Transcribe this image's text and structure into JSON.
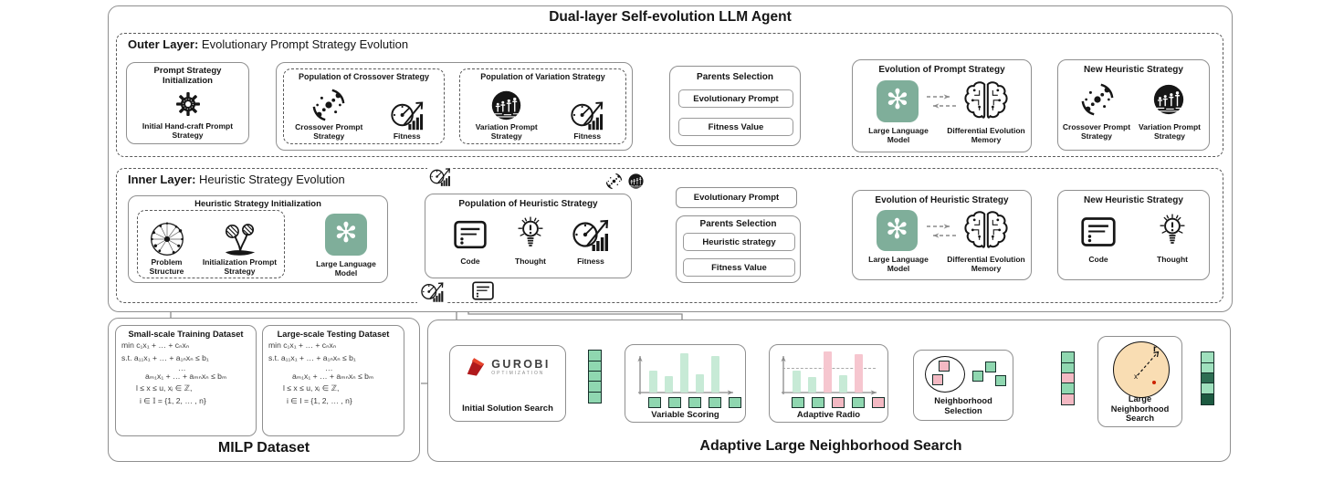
{
  "title": "Dual-layer Self-evolution LLM Agent",
  "outer_layer": {
    "label_bold": "Outer Layer:",
    "label_rest": " Evolutionary Prompt Strategy Evolution",
    "prompt_init": {
      "title": "Prompt Strategy Initialization",
      "caption": "Initial Hand-craft Prompt Strategy"
    },
    "pop_crossover": {
      "title": "Population of Crossover Strategy",
      "item1": "Crossover Prompt Strategy",
      "item2": "Fitness"
    },
    "pop_variation": {
      "title": "Population of Variation Strategy",
      "item1": "Variation Prompt Strategy",
      "item2": "Fitness"
    },
    "parents_selection": {
      "title": "Parents Selection",
      "option1": "Evolutionary Prompt",
      "option2": "Fitness Value"
    },
    "evolution": {
      "title": "Evolution of Prompt Strategy",
      "llm_label": "Large Language Model",
      "memory_label": "Differential Evolution Memory"
    },
    "new_strategy": {
      "title": "New Heuristic Strategy",
      "item1": "Crossover Prompt Strategy",
      "item2": "Variation Prompt Strategy"
    }
  },
  "inner_layer": {
    "label_bold": "Inner Layer:",
    "label_rest": " Heuristic Strategy Evolution",
    "heuristic_init": {
      "title": "Heuristic Strategy Initialization",
      "item1": "Problem Structure",
      "item2": "Initialization Prompt Strategy",
      "llm_label": "Large Language Model"
    },
    "population": {
      "title": "Population of Heuristic Strategy",
      "item1": "Code",
      "item2": "Thought",
      "item3": "Fitness"
    },
    "evolutionary_prompt": "Evolutionary Prompt",
    "parents_selection": {
      "title": "Parents Selection",
      "option1": "Heuristic strategy",
      "option2": "Fitness Value"
    },
    "evolution": {
      "title": "Evolution of Heuristic Strategy",
      "llm_label": "Large Language Model",
      "memory_label": "Differential Evolution Memory"
    },
    "new_strategy": {
      "title": "New Heuristic Strategy",
      "item1": "Code",
      "item2": "Thought"
    }
  },
  "milp": {
    "label": "MILP Dataset",
    "small": {
      "title": "Small-scale Training Dataset",
      "lines": [
        "min   c₁x₁ + … +   cₙxₙ",
        "s.t.  a₁₁x₁ + … + a₁ₙxₙ ≤ b₁",
        "…",
        "aₘ₁x₁ + … + aₘₙxₙ ≤ bₘ",
        "l ≤ x ≤ u,  xᵢ ∈ ℤ,",
        "i ∈ 𝕀 = {1, 2, … , n}"
      ]
    },
    "large": {
      "title": "Large-scale Testing Dataset",
      "lines": [
        "min   c₁x₁ + … +   cₙxₙ",
        "s.t.  a₁₁x₁ + … + a₁ₙxₙ ≤ b₁",
        "…",
        "aₘ₁x₁ + … + aₘₙxₙ ≤ bₘ",
        "l ≤ x ≤ u,  xᵢ ∈ ℤ,",
        "i ∈ I = {1, 2, … , n}"
      ]
    }
  },
  "alns": {
    "label": "Adaptive Large Neighborhood Search",
    "initial_solution": {
      "brand": "GUROBI",
      "brand_sub": "OPTIMIZATION",
      "caption": "Initial Solution Search"
    },
    "variable_scoring": {
      "caption": "Variable Scoring",
      "chart": {
        "type": "bar",
        "values": [
          24,
          18,
          43,
          20,
          40
        ],
        "colors": [
          "#c7ead6",
          "#c7ead6",
          "#c7ead6",
          "#c7ead6",
          "#c7ead6"
        ]
      },
      "squares": [
        "#8fd7b0",
        "#8fd7b0",
        "#8fd7b0",
        "#8fd7b0",
        "#8fd7b0"
      ]
    },
    "adaptive_radio": {
      "caption": "Adaptive Radio",
      "chart": {
        "type": "bar",
        "values": [
          24,
          17,
          45,
          19,
          42
        ],
        "colors": [
          "#c7ead6",
          "#c7ead6",
          "#f6c6cf",
          "#c7ead6",
          "#f6c6cf"
        ]
      },
      "squares": [
        "#8fd7b0",
        "#8fd7b0",
        "#f3b9c3",
        "#8fd7b0",
        "#f3b9c3"
      ]
    },
    "neighborhood_selection": {
      "caption": "Neighborhood Selection"
    },
    "lns": {
      "caption": "Large Neighborhood Search",
      "radius_label": "r",
      "center_label": "x"
    },
    "stack_in": [
      "#8fd7b0",
      "#8fd7b0",
      "#8fd7b0",
      "#8fd7b0",
      "#8fd7b0"
    ],
    "stack_mid": [
      "#8fd7b0",
      "#8fd7b0",
      "#f3b9c3",
      "#8fd7b0",
      "#f3b9c3"
    ],
    "stack_out": [
      "#9fe0bd",
      "#9fe0bd",
      "#2e6e53",
      "#9fe0bd",
      "#1d5a41"
    ]
  },
  "colors": {
    "llm_teal": "#7fae9a",
    "green_square": "#8fd7b0",
    "green_bar": "#c7ead6",
    "pink_square": "#f3b9c3",
    "pink_bar": "#f6c6cf",
    "dark_green": "#1d5a41",
    "orange_circle": "#f9ddb3",
    "gurobi_red": "#c0161c",
    "line_gray": "#8a8a8a"
  }
}
